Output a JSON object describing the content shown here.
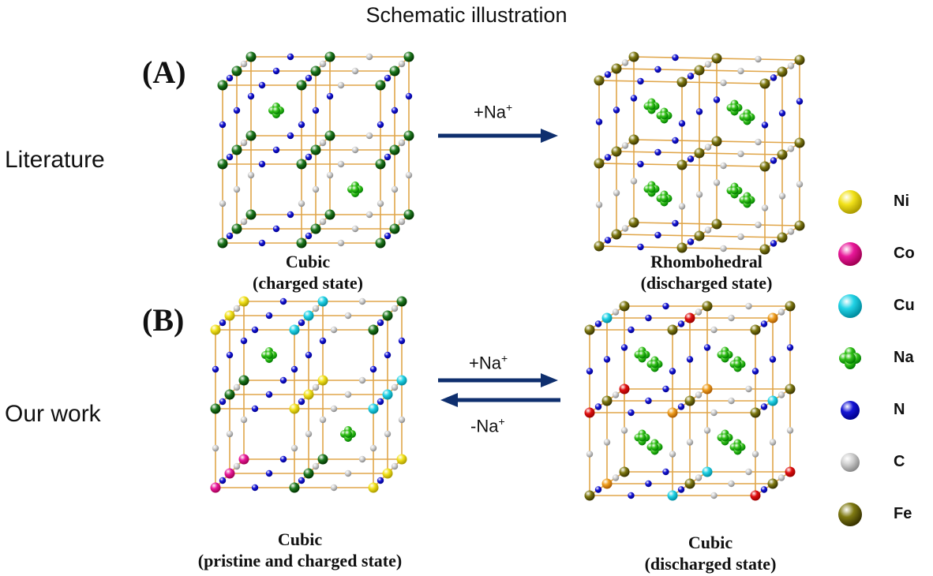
{
  "title": "Schematic illustration",
  "panels": {
    "a": "(A)",
    "b": "(B)"
  },
  "rows": {
    "literature": "Literature",
    "our_work": "Our work"
  },
  "captions": {
    "a_left": [
      "Cubic",
      "(charged state)"
    ],
    "a_right": [
      "Rhombohedral",
      "(discharged state)"
    ],
    "b_left": [
      "Cubic",
      "(pristine and charged state)"
    ],
    "b_right": [
      "Cubic",
      "(discharged state)"
    ]
  },
  "arrows": {
    "a_forward": {
      "base": "+Na",
      "sup": "+"
    },
    "b_forward": {
      "base": "+Na",
      "sup": "+"
    },
    "b_reverse": {
      "base": "-Na",
      "sup": "+"
    }
  },
  "legend": [
    {
      "label": "Ni",
      "color": "#f2e21a",
      "icon": "sphere-icon"
    },
    {
      "label": "Co",
      "color": "#e8189a",
      "icon": "sphere-icon"
    },
    {
      "label": "Cu",
      "color": "#22d3e6",
      "icon": "sphere-icon"
    },
    {
      "label": "Na",
      "color": "#35c21a",
      "icon": "cluster-icon"
    },
    {
      "label": "N",
      "color": "#1515d4",
      "icon": "sphere-icon"
    },
    {
      "label": "C",
      "color": "#d0d0d0",
      "icon": "sphere-icon"
    },
    {
      "label": "Fe",
      "color": "#7f7a12",
      "icon": "sphere-icon"
    }
  ],
  "colors": {
    "bond": "#e0a64a",
    "arrow": "#0f2f6e",
    "corner_green": "#1f7a1f",
    "fe_olive": "#7f7a12"
  }
}
